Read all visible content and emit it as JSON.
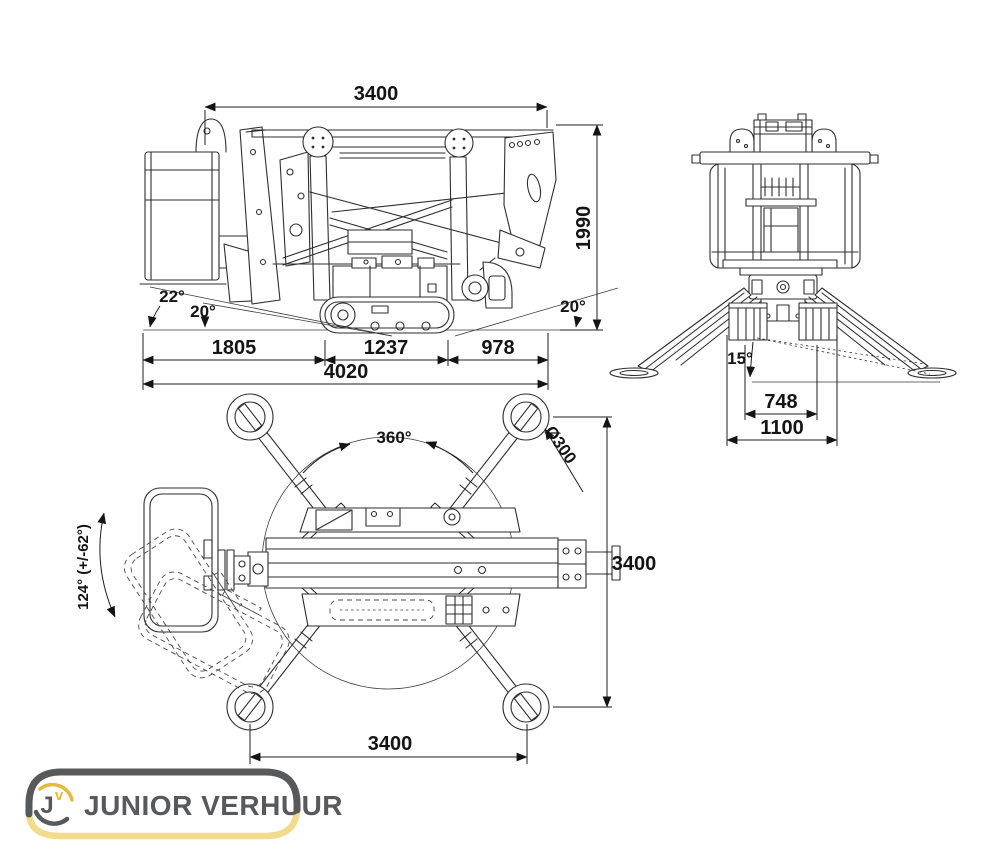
{
  "diagram": {
    "side_view": {
      "boom_length": "3400",
      "overall_height": "1990",
      "angle_basket": "22°",
      "angle_left": "20°",
      "angle_right": "20°",
      "segment_front": "1805",
      "segment_track": "1237",
      "segment_rear": "978",
      "total_length": "4020"
    },
    "rear_view": {
      "outrigger_angle": "15°",
      "track_width": "748",
      "chassis_width": "1100"
    },
    "top_view": {
      "slew_range": "360°",
      "foot_diameter": "Ø300",
      "basket_rotation": "124° (+/-62°)",
      "span_length": "3400",
      "span_width": "3400"
    }
  },
  "logo": {
    "text": "JUNIOR VERHUUR",
    "monogram_primary": "J",
    "monogram_secondary": "v"
  },
  "colors": {
    "line": "#2e2e2e",
    "dimension_text": "#141414",
    "logo_gray": "#58595b",
    "logo_yellow": "#f2db8c",
    "logo_gold": "#e5b93c"
  }
}
